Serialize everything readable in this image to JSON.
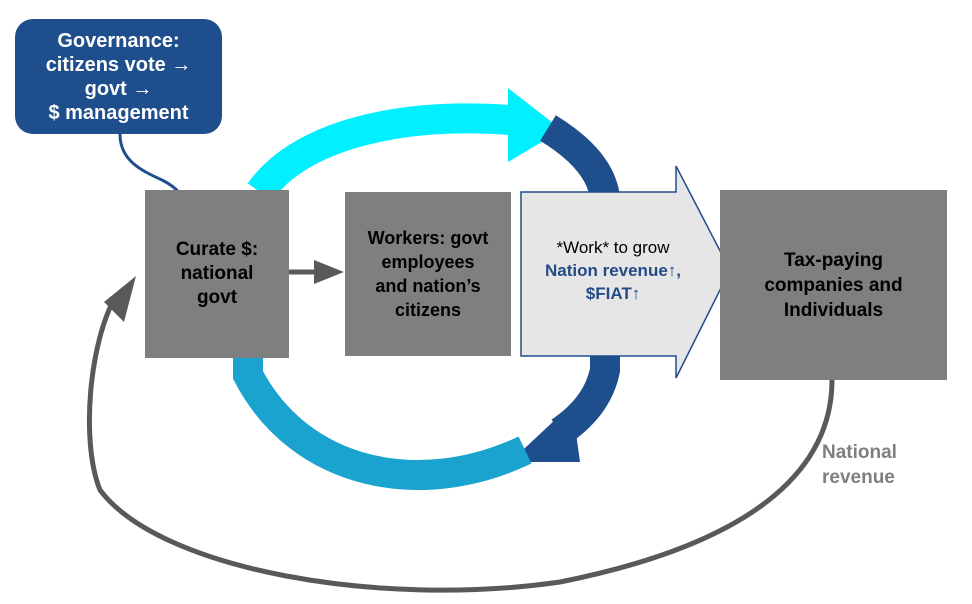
{
  "callout": {
    "lines": [
      "Governance:",
      "citizens vote →",
      "govt →",
      "$ management"
    ]
  },
  "boxes": {
    "curate": [
      "Curate $:",
      "national",
      "govt"
    ],
    "workers": [
      "Workers: govt",
      "employees",
      "and nation’s",
      "citizens"
    ],
    "tax": [
      "Tax-paying",
      "companies and",
      "Individuals"
    ]
  },
  "work": {
    "line1": "*Work* to grow",
    "line2": "Nation revenue↑,",
    "line3": "$FIAT↑"
  },
  "revenue_label": [
    "National",
    "revenue"
  ],
  "colors": {
    "box_gray": "#7f7f7f",
    "callout_blue": "#1f4e8c",
    "ring_cyan": "#00f0ff",
    "ring_teal": "#1aa3cf",
    "ring_navy": "#1f4e8c",
    "arrow_gray": "#595959",
    "highlight_text": "#244b86"
  }
}
